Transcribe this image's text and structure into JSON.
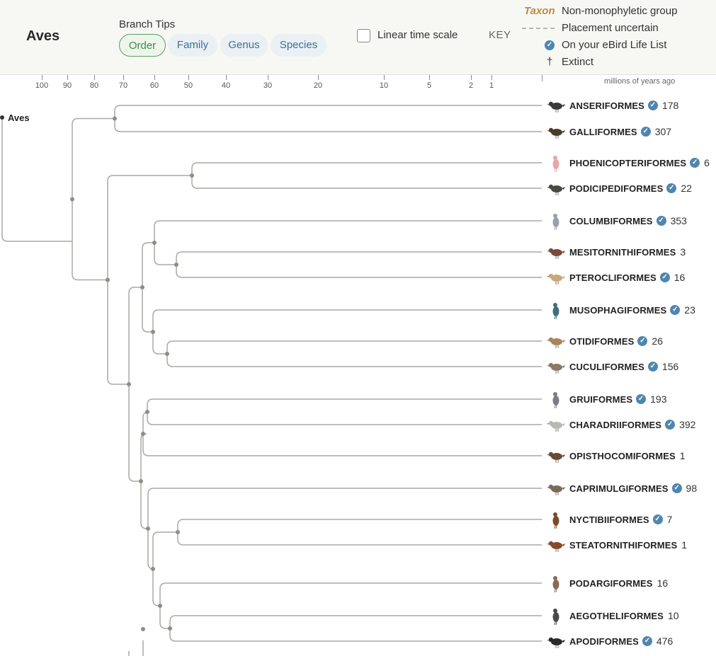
{
  "header": {
    "title": "Aves",
    "branch_tips_label": "Branch Tips",
    "tips": [
      "Order",
      "Family",
      "Genus",
      "Species"
    ],
    "active_tip": "Order",
    "linear_time_label": "Linear time scale",
    "linear_time_checked": false
  },
  "key": {
    "label": "KEY",
    "taxon_word": "Taxon",
    "non_monophyletic": "Non-monophyletic group",
    "placement_uncertain": "Placement uncertain",
    "life_list": "On your eBird Life List",
    "extinct_symbol": "†",
    "extinct": "Extinct",
    "check_symbol": "✓"
  },
  "axis": {
    "ticks": [
      "100",
      "90",
      "80",
      "70",
      "60",
      "50",
      "40",
      "30",
      "20",
      "10",
      "5",
      "2",
      "1"
    ],
    "unit": "millions of years ago"
  },
  "root": {
    "label": "Aves"
  },
  "orders": [
    {
      "name": "ANSERIFORMES",
      "seen": true,
      "count": "178",
      "icon": "waterfowl-icon",
      "color": "#3a3a3a"
    },
    {
      "name": "GALLIFORMES",
      "seen": true,
      "count": "307",
      "icon": "gamebird-icon",
      "color": "#4a3a2a"
    },
    {
      "name": "PHOENICOPTERIFORMES",
      "seen": true,
      "count": "6",
      "icon": "flamingo-icon",
      "color": "#e8a6a6"
    },
    {
      "name": "PODICIPEDIFORMES",
      "seen": true,
      "count": "22",
      "icon": "grebe-icon",
      "color": "#4a4a44"
    },
    {
      "name": "COLUMBIFORMES",
      "seen": true,
      "count": "353",
      "icon": "pigeon-icon",
      "color": "#9aa0a6"
    },
    {
      "name": "MESITORNITHIFORMES",
      "seen": false,
      "count": "3",
      "icon": "mesite-icon",
      "color": "#7a4a3a"
    },
    {
      "name": "PTEROCLIFORMES",
      "seen": true,
      "count": "16",
      "icon": "sandgrouse-icon",
      "color": "#c9a878"
    },
    {
      "name": "MUSOPHAGIFORMES",
      "seen": true,
      "count": "23",
      "icon": "turaco-icon",
      "color": "#3f6e7a"
    },
    {
      "name": "OTIDIFORMES",
      "seen": true,
      "count": "26",
      "icon": "bustard-icon",
      "color": "#a8865a"
    },
    {
      "name": "CUCULIFORMES",
      "seen": true,
      "count": "156",
      "icon": "cuckoo-icon",
      "color": "#8a7a66"
    },
    {
      "name": "GRUIFORMES",
      "seen": true,
      "count": "193",
      "icon": "crane-icon",
      "color": "#7a7e84"
    },
    {
      "name": "CHARADRIIFORMES",
      "seen": true,
      "count": "392",
      "icon": "shorebird-icon",
      "color": "#b8b8b4"
    },
    {
      "name": "OPISTHOCOMIFORMES",
      "seen": false,
      "count": "1",
      "icon": "hoatzin-icon",
      "color": "#6a4a34"
    },
    {
      "name": "CAPRIMULGIFORMES",
      "seen": true,
      "count": "98",
      "icon": "nightjar-icon",
      "color": "#7a6a56"
    },
    {
      "name": "NYCTIBIIFORMES",
      "seen": true,
      "count": "7",
      "icon": "potoo-icon",
      "color": "#7a4a2a"
    },
    {
      "name": "STEATORNITHIFORMES",
      "seen": false,
      "count": "1",
      "icon": "oilbird-icon",
      "color": "#8a4a2a"
    },
    {
      "name": "PODARGIFORMES",
      "seen": false,
      "count": "16",
      "icon": "frogmouth-icon",
      "color": "#8a6a5a"
    },
    {
      "name": "AEGOTHELIFORMES",
      "seen": false,
      "count": "10",
      "icon": "owlet-nightjar-icon",
      "color": "#4a4a4a"
    },
    {
      "name": "APODIFORMES",
      "seen": true,
      "count": "476",
      "icon": "swift-icon",
      "color": "#2a2a2a"
    }
  ],
  "colors": {
    "branch": "#a9a9a4",
    "node": "#8d8d88",
    "check": "#4f86b0",
    "active_tip": "#5d9e65"
  }
}
